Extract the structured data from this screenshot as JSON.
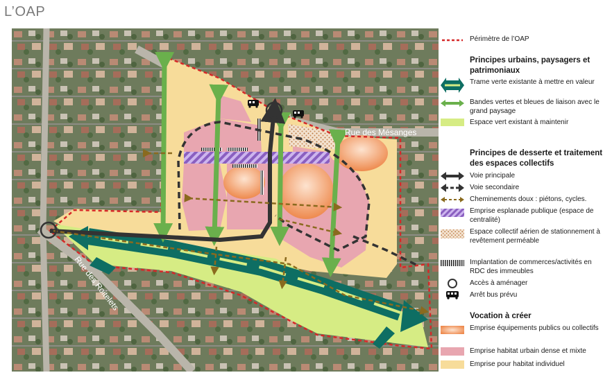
{
  "page": {
    "title": "L’OAP"
  },
  "map": {
    "street_labels": {
      "rue_mesanges": "Rue des Mésanges",
      "rue_roitelets": "Rue des Roitelets"
    },
    "colors": {
      "aerial_base": "#6f7d5e",
      "habitat_dense": "#e8a6b0",
      "habitat_individuel": "#f7dc9a",
      "espace_vert": "#d6ec84",
      "trame_verte": "#0e6e63",
      "bandes_vertes": "#6ab04c",
      "equipements": "#f08a4b",
      "voirie": "#333333",
      "cheminement": "#8a6a1e",
      "perimetre": "#d62828",
      "esplanade": "#8a5fc0"
    }
  },
  "legend": {
    "perimetre": "Périmètre de l’OAP",
    "section1_title": "Principes urbains, paysagers et patrimoniaux",
    "trame_verte": "Trame verte existante à mettre en valeur",
    "bandes_vertes": "Bandes vertes et bleues de liaison avec le grand paysage",
    "espace_vert": "Espace vert existant à maintenir",
    "section2_title": "Principes de desserte et traitement des espaces collectifs",
    "voie_principale": "Voie principale",
    "voie_secondaire": "Voie secondaire",
    "cheminements": "Cheminements doux : piétons, cycles.",
    "esplanade": "Emprise esplanade publique (espace de centralité)",
    "stationnement": "Espace collectif aérien de stationnement à revêtement perméable",
    "commerces": "Implantation de commerces/activités en RDC des immeubles",
    "acces": "Accès à aménager",
    "arret_bus": "Arrêt bus prévu",
    "section3_title": "Vocation à créer",
    "equipements": "Emprise équipements publics ou collectifs",
    "habitat_dense": "Emprise habitat urbain dense et mixte",
    "habitat_individuel": "Emprise pour habitat individuel"
  }
}
